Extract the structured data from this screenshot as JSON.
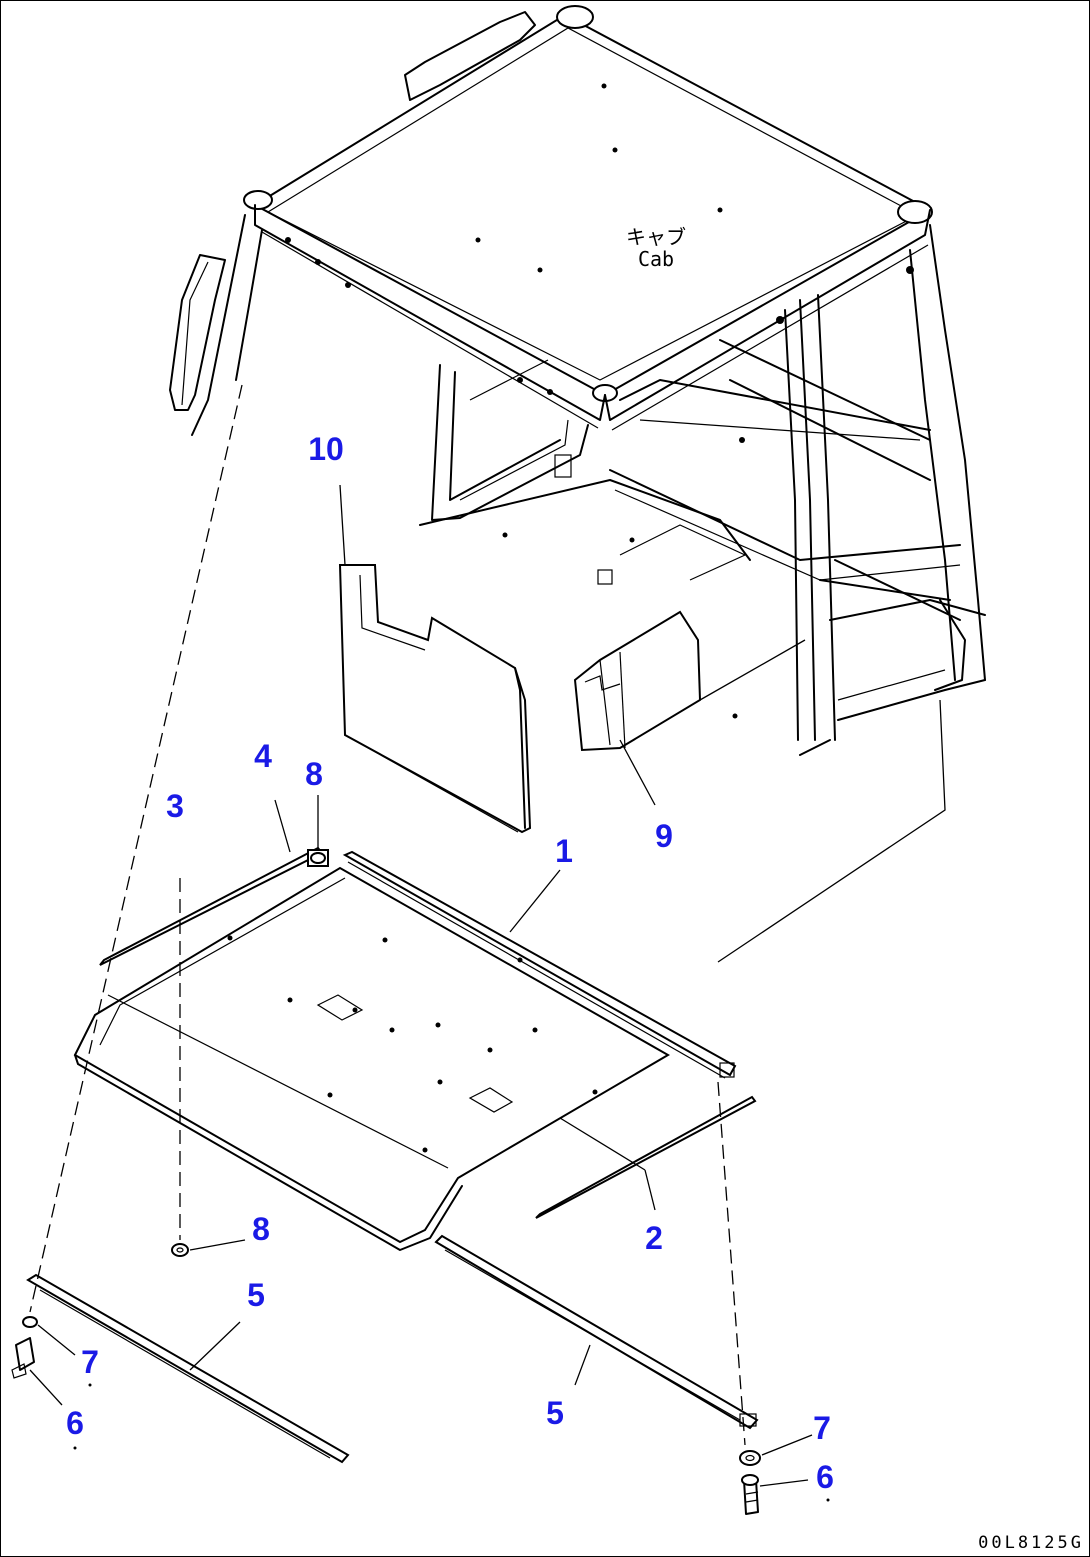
{
  "diagram": {
    "cab_label": {
      "jp": "キャブ",
      "en": "Cab"
    },
    "drawing_code": "00L8125G",
    "callouts": [
      {
        "id": "1",
        "label": "1"
      },
      {
        "id": "2",
        "label": "2"
      },
      {
        "id": "3",
        "label": "3"
      },
      {
        "id": "4",
        "label": "4"
      },
      {
        "id": "5a",
        "label": "5"
      },
      {
        "id": "5b",
        "label": "5"
      },
      {
        "id": "6a",
        "label": "6"
      },
      {
        "id": "6b",
        "label": "6"
      },
      {
        "id": "7a",
        "label": "7"
      },
      {
        "id": "7b",
        "label": "7"
      },
      {
        "id": "8a",
        "label": "8"
      },
      {
        "id": "8b",
        "label": "8"
      },
      {
        "id": "9",
        "label": "9"
      },
      {
        "id": "10",
        "label": "10"
      }
    ],
    "callout_color": "#1a1ae6",
    "line_color": "#000000"
  }
}
